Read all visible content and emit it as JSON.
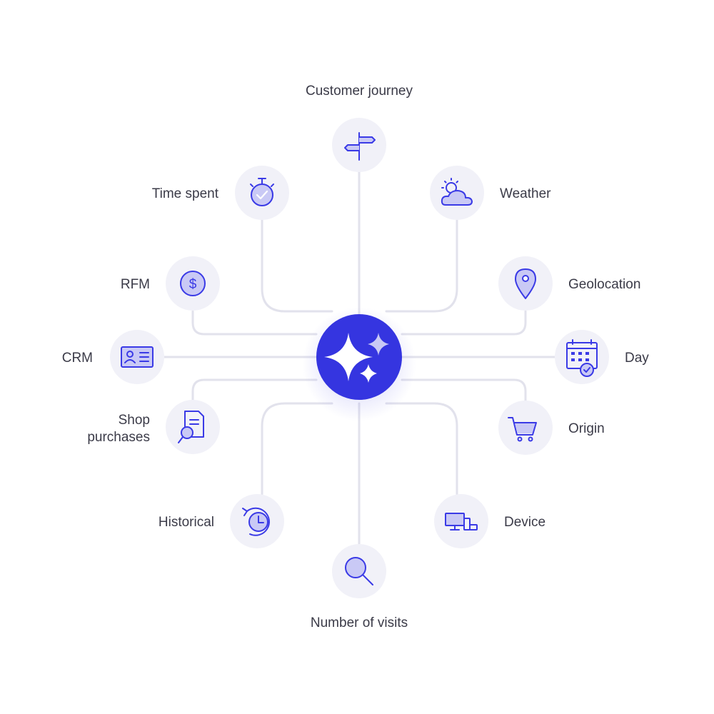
{
  "diagram": {
    "hub": {
      "icon": "sparkles-icon",
      "color": "#3535e0"
    },
    "accent_color": "#3a3ae6",
    "nodes": {
      "customer_journey": {
        "label": "Customer  journey",
        "icon": "signpost-icon"
      },
      "time_spent": {
        "label": "Time spent",
        "icon": "stopwatch-icon"
      },
      "weather": {
        "label": "Weather",
        "icon": "weather-icon"
      },
      "rfm": {
        "label": "RFM",
        "icon": "dollar-coin-icon"
      },
      "geolocation": {
        "label": "Geolocation",
        "icon": "map-pin-icon"
      },
      "crm": {
        "label": "CRM",
        "icon": "id-card-icon"
      },
      "day": {
        "label": "Day",
        "icon": "calendar-icon"
      },
      "shop_purchases": {
        "label_line1": "Shop",
        "label_line2": "purchases",
        "icon": "document-search-icon"
      },
      "origin": {
        "label": "Origin",
        "icon": "cart-icon"
      },
      "historical": {
        "label": "Historical",
        "icon": "history-clock-icon"
      },
      "device": {
        "label": "Device",
        "icon": "devices-icon"
      },
      "number_of_visits": {
        "label": "Number of visits",
        "icon": "magnifier-icon"
      }
    }
  }
}
